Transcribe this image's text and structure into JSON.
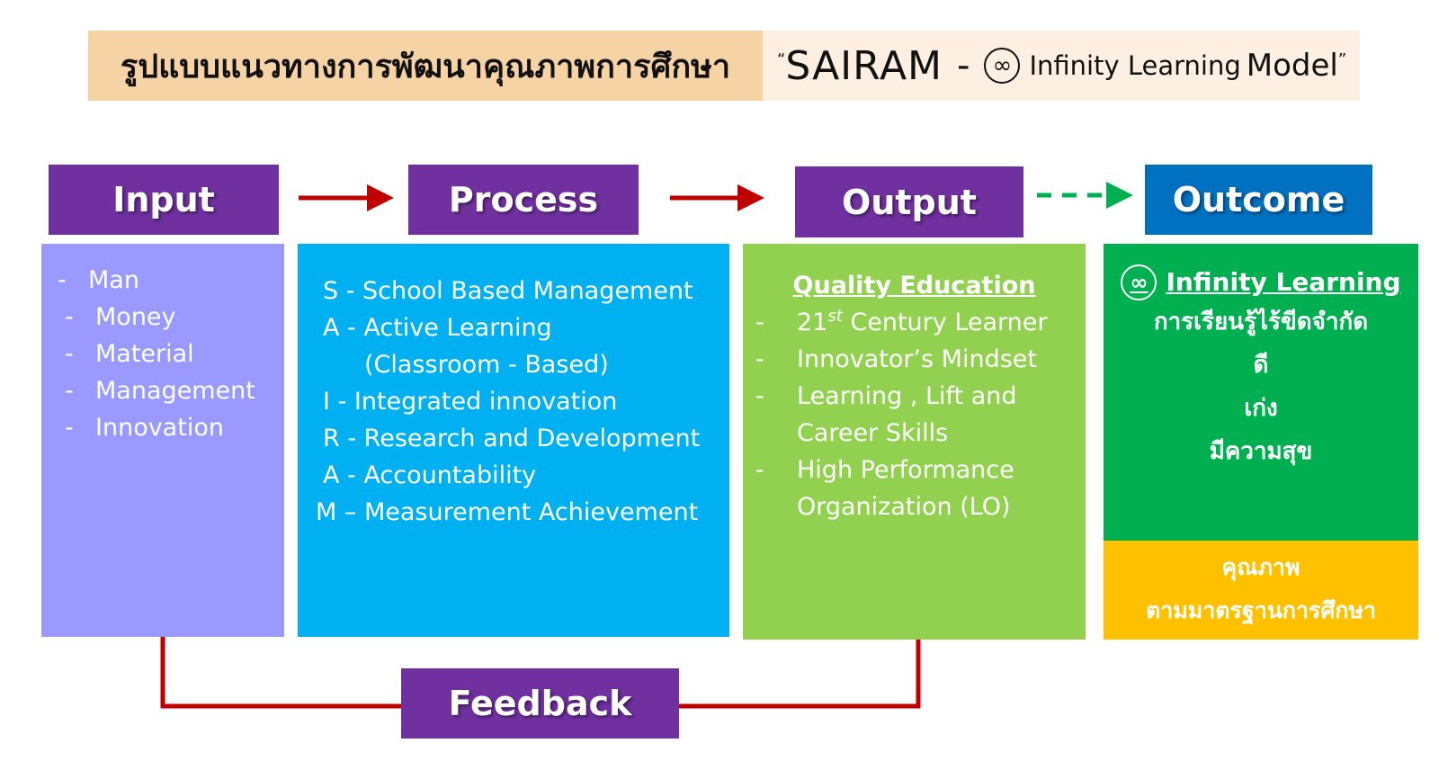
{
  "title": {
    "thai": "รูปแบบแนวทางการพัฒนาคุณภาพการศึกษา",
    "open_quote": "“",
    "sairam": "SAIRAM",
    "dash": "-",
    "infinity_symbol": "∞",
    "infinity_learning": "Infinity Learning",
    "model": "Model",
    "close_quote": "”"
  },
  "stages": {
    "input": "Input",
    "process": "Process",
    "output": "Output",
    "outcome": "Outcome",
    "feedback": "Feedback"
  },
  "input_box": {
    "bullet": "-",
    "items": [
      "Man",
      "Money",
      "Material",
      "Management",
      "Innovation"
    ]
  },
  "process_box": {
    "items": [
      "S - School Based Management",
      "A - Active Learning",
      "(Classroom - Based)",
      "I - Integrated innovation",
      "R - Research and Development",
      "A - Accountability",
      "M – Measurement Achievement"
    ]
  },
  "output_box": {
    "title": "Quality Education",
    "bullet": "-",
    "item1_num": "21",
    "item1_sup": "st",
    "item1_rest": " Century Learner",
    "item2": "Innovator’s Mindset",
    "item3_line1": "Learning , Lift and",
    "item3_line2": "Career Skills",
    "item4_line1": "High Performance",
    "item4_line2": "Organization (LO)"
  },
  "outcome_box": {
    "symbol": "∞",
    "title": "Infinity Learning",
    "lines": [
      "การเรียนรู้ไร้ขีดจำกัด",
      "ดี",
      "เก่ง",
      "มีความสุข"
    ]
  },
  "quality_box": {
    "lines": [
      "คุณภาพ",
      "ตามมาตรฐานการศึกษา"
    ]
  },
  "colors": {
    "stage_purple": "#7030a0",
    "outcome_blue": "#0070c0",
    "input_box": "#9999ff",
    "process_box": "#00b0f0",
    "output_box": "#92d050",
    "outcome_box": "#00b050",
    "quality_box": "#ffc000",
    "arrow_red": "#c00000",
    "arrow_green": "#00b050"
  }
}
